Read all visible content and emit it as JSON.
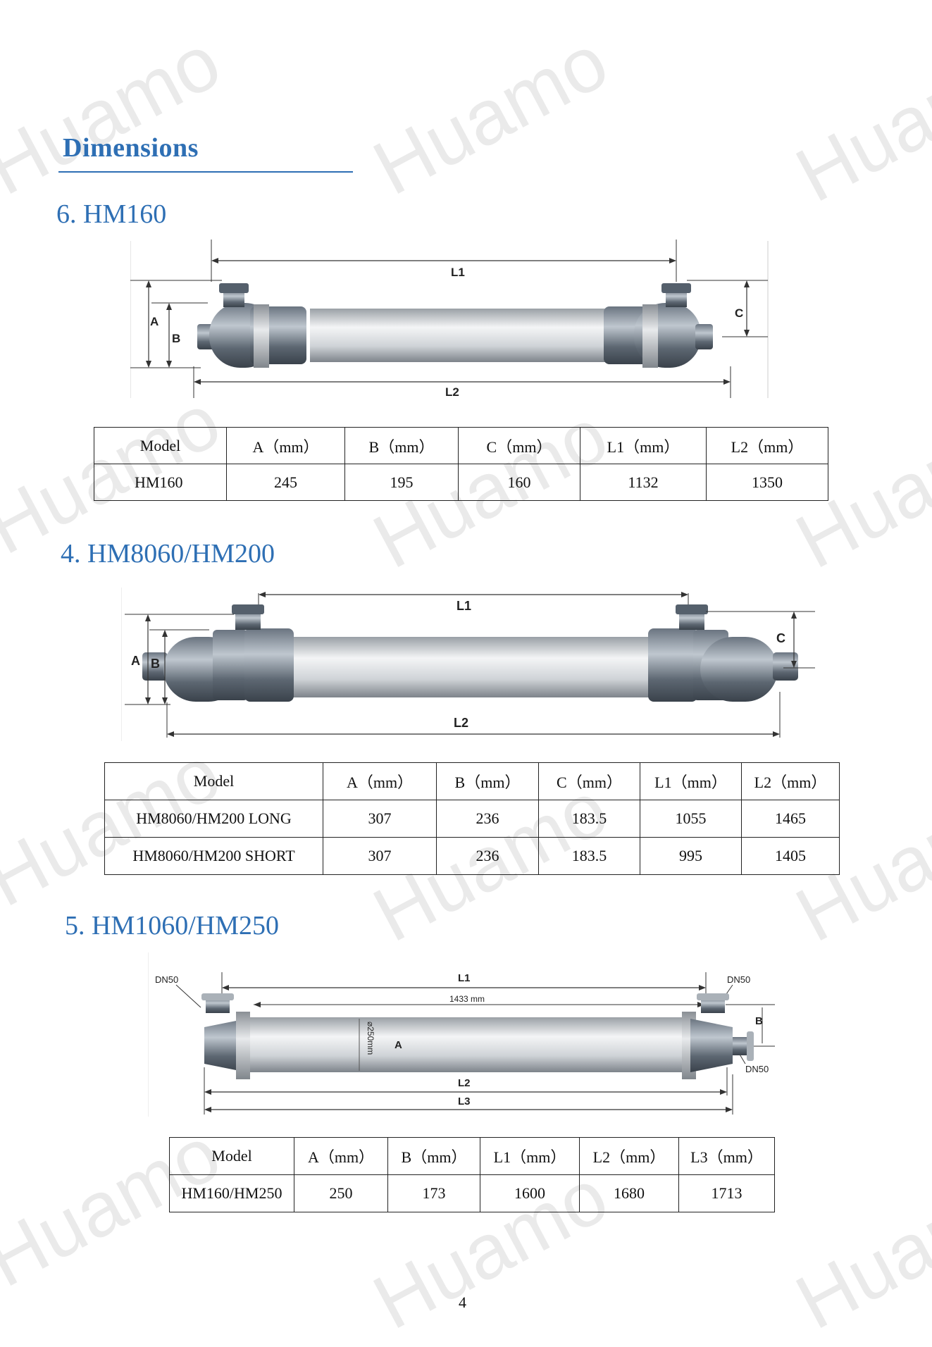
{
  "heading": "Dimensions",
  "watermark": "Huamo",
  "page_number": "4",
  "sections": [
    {
      "title": "6.  HM160",
      "labels": {
        "L1": "L1",
        "L2": "L2",
        "A": "A",
        "B": "B",
        "C": "C"
      },
      "headers": [
        "Model",
        "A（mm）",
        "B（mm）",
        "C（mm）",
        "L1（mm）",
        "L2（mm）"
      ],
      "rows": [
        [
          "HM160",
          "245",
          "195",
          "160",
          "1132",
          "1350"
        ]
      ]
    },
    {
      "title": "4.  HM8060/HM200",
      "labels": {
        "L1": "L1",
        "L2": "L2",
        "A": "A",
        "B": "B",
        "C": "C"
      },
      "headers": [
        "Model",
        "A（mm）",
        "B（mm）",
        "C（mm）",
        "L1（mm）",
        "L2（mm）"
      ],
      "rows": [
        [
          "HM8060/HM200 LONG",
          "307",
          "236",
          "183.5",
          "1055",
          "1465"
        ],
        [
          "HM8060/HM200 SHORT",
          "307",
          "236",
          "183.5",
          "995",
          "1405"
        ]
      ]
    },
    {
      "title": "5.  HM1060/HM250",
      "labels": {
        "L1": "L1",
        "L2": "L2",
        "L3": "L3",
        "A": "A",
        "B": "B",
        "dn_left": "DN50",
        "dn_right_top": "DN50",
        "dn_right_bottom": "DN50",
        "l1_value": "1433 mm",
        "diameter": "⌀250mm"
      },
      "headers": [
        "Model",
        "A（mm）",
        "B（mm）",
        "L1（mm）",
        "L2（mm）",
        "L3（mm）"
      ],
      "rows": [
        [
          "HM160/HM250",
          "250",
          "173",
          "1600",
          "1680",
          "1713"
        ]
      ]
    }
  ]
}
